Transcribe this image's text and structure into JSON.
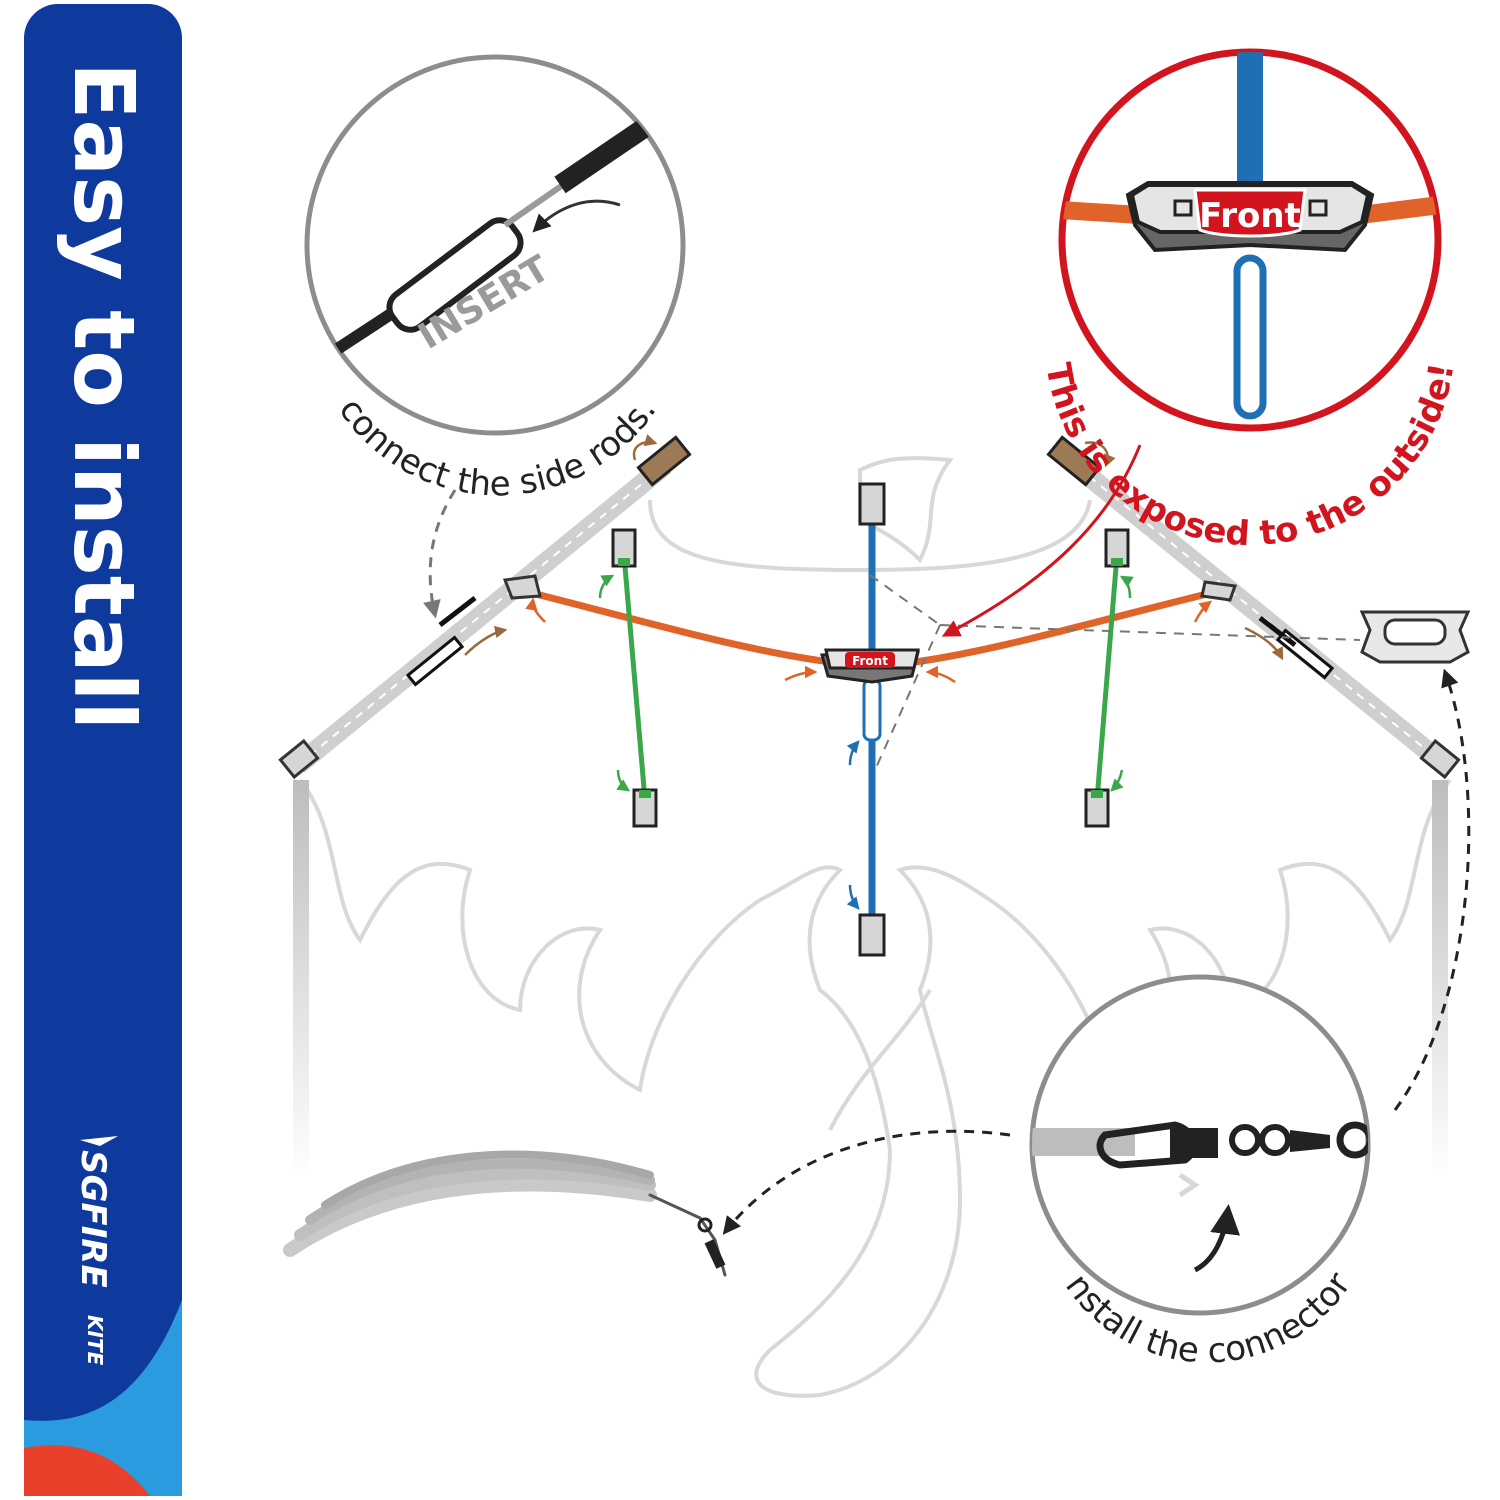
{
  "sidebar": {
    "title": "Easy to install",
    "brand": "SGFIRE",
    "brand_sub": "KITE",
    "colors": {
      "primary": "#0e3a9e",
      "accent_red": "#e8402a",
      "accent_light": "#2b9be0"
    }
  },
  "callouts": {
    "insert_label": "INSERT",
    "side_rods_caption": "connect the side rods.",
    "front_label": "Front",
    "front_small_label": "Front",
    "exposed_warning": "This is exposed to the outside!",
    "connector_caption": "Install the connector."
  },
  "colors": {
    "rod_side": "#cfcfcf",
    "rod_center": "#1f6fb5",
    "rod_cross": "#e0632a",
    "rod_strut": "#3aa84a",
    "warning_red": "#d2141e",
    "outline_gray": "#8d8d8d"
  }
}
